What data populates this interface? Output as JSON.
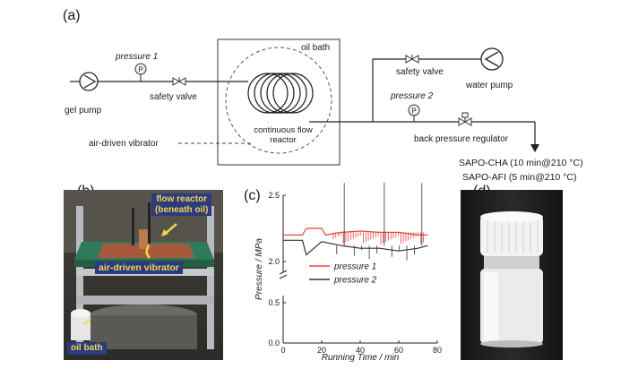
{
  "panel_a": {
    "label": "(a)",
    "pressure1": "pressure 1",
    "pressure2": "pressure 2",
    "gauge_symbol": "P",
    "oil_bath": "oil bath",
    "gel_pump": "gel pump",
    "safety_valve_left": "safety valve",
    "safety_valve_right": "safety valve",
    "water_pump": "water pump",
    "air_vibrator": "air-driven vibrator",
    "reactor_line1": "continuous flow",
    "reactor_line2": "reactor",
    "bpr": "back pressure regulator",
    "product1": "SAPO-CHA (10 min@210 °C)",
    "product2": "SAPO-AFI (5 min@210 °C)"
  },
  "panel_b": {
    "label": "(b)",
    "flow_reactor_1": "flow reactor",
    "flow_reactor_2": "(beneath oil)",
    "air_vibrator": "air-driven vibrator",
    "oil_bath": "oil bath",
    "colors": {
      "tag_bg": "#2c3a80",
      "tag_fg": "#f2d64a"
    }
  },
  "panel_c": {
    "label": "(c)"
  },
  "panel_d": {
    "label": "(d)"
  },
  "chart_data": {
    "type": "line",
    "xlabel": "Running Time / min",
    "ylabel": "Pressure / MPa",
    "xlim": [
      0,
      80
    ],
    "ylim": [
      0,
      2.5
    ],
    "x_ticks": [
      0,
      20,
      40,
      60,
      80
    ],
    "x_tick_labels": [
      "0",
      "20",
      "40",
      "60",
      "80"
    ],
    "y_ticks": [
      0.0,
      0.5,
      2.0,
      2.5
    ],
    "y_tick_labels": [
      "0.0",
      "0.5",
      "2.0",
      "2.5"
    ],
    "axis_break": true,
    "legend_position": "center",
    "series": [
      {
        "name": "pressure 1",
        "color": "#e8453c",
        "x": [
          0,
          10,
          12,
          20,
          22,
          30,
          40,
          50,
          60,
          70,
          75
        ],
        "y": [
          2.2,
          2.2,
          2.25,
          2.25,
          2.2,
          2.22,
          2.23,
          2.22,
          2.22,
          2.2,
          2.2
        ]
      },
      {
        "name": "pressure 2",
        "color": "#333333",
        "x": [
          0,
          10,
          12,
          20,
          30,
          40,
          50,
          60,
          70,
          75
        ],
        "y": [
          2.16,
          2.16,
          2.05,
          2.15,
          2.12,
          2.1,
          2.1,
          2.08,
          2.1,
          2.12
        ]
      }
    ]
  }
}
